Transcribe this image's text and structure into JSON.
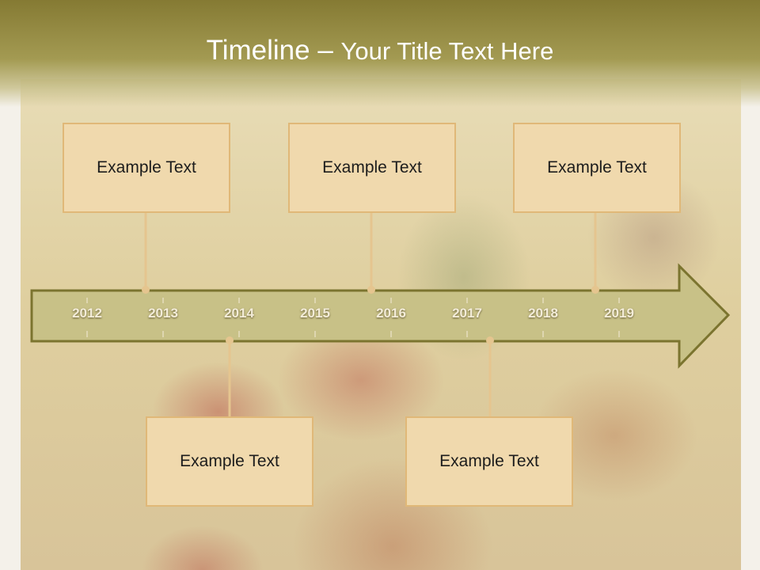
{
  "title": {
    "main": "Timeline – ",
    "sub": "Your Title Text Here"
  },
  "years": [
    "2012",
    "2013",
    "2014",
    "2015",
    "2016",
    "2017",
    "2018",
    "2019"
  ],
  "events": {
    "top": [
      "Example Text",
      "Example Text",
      "Example Text"
    ],
    "bottom": [
      "Example Text",
      "Example Text"
    ]
  },
  "colors": {
    "header": "#857a33",
    "arrow_fill": "#c8c187",
    "arrow_stroke": "#7b742f",
    "box_fill": "#f0d9ad",
    "connector": "#e5c58f"
  }
}
